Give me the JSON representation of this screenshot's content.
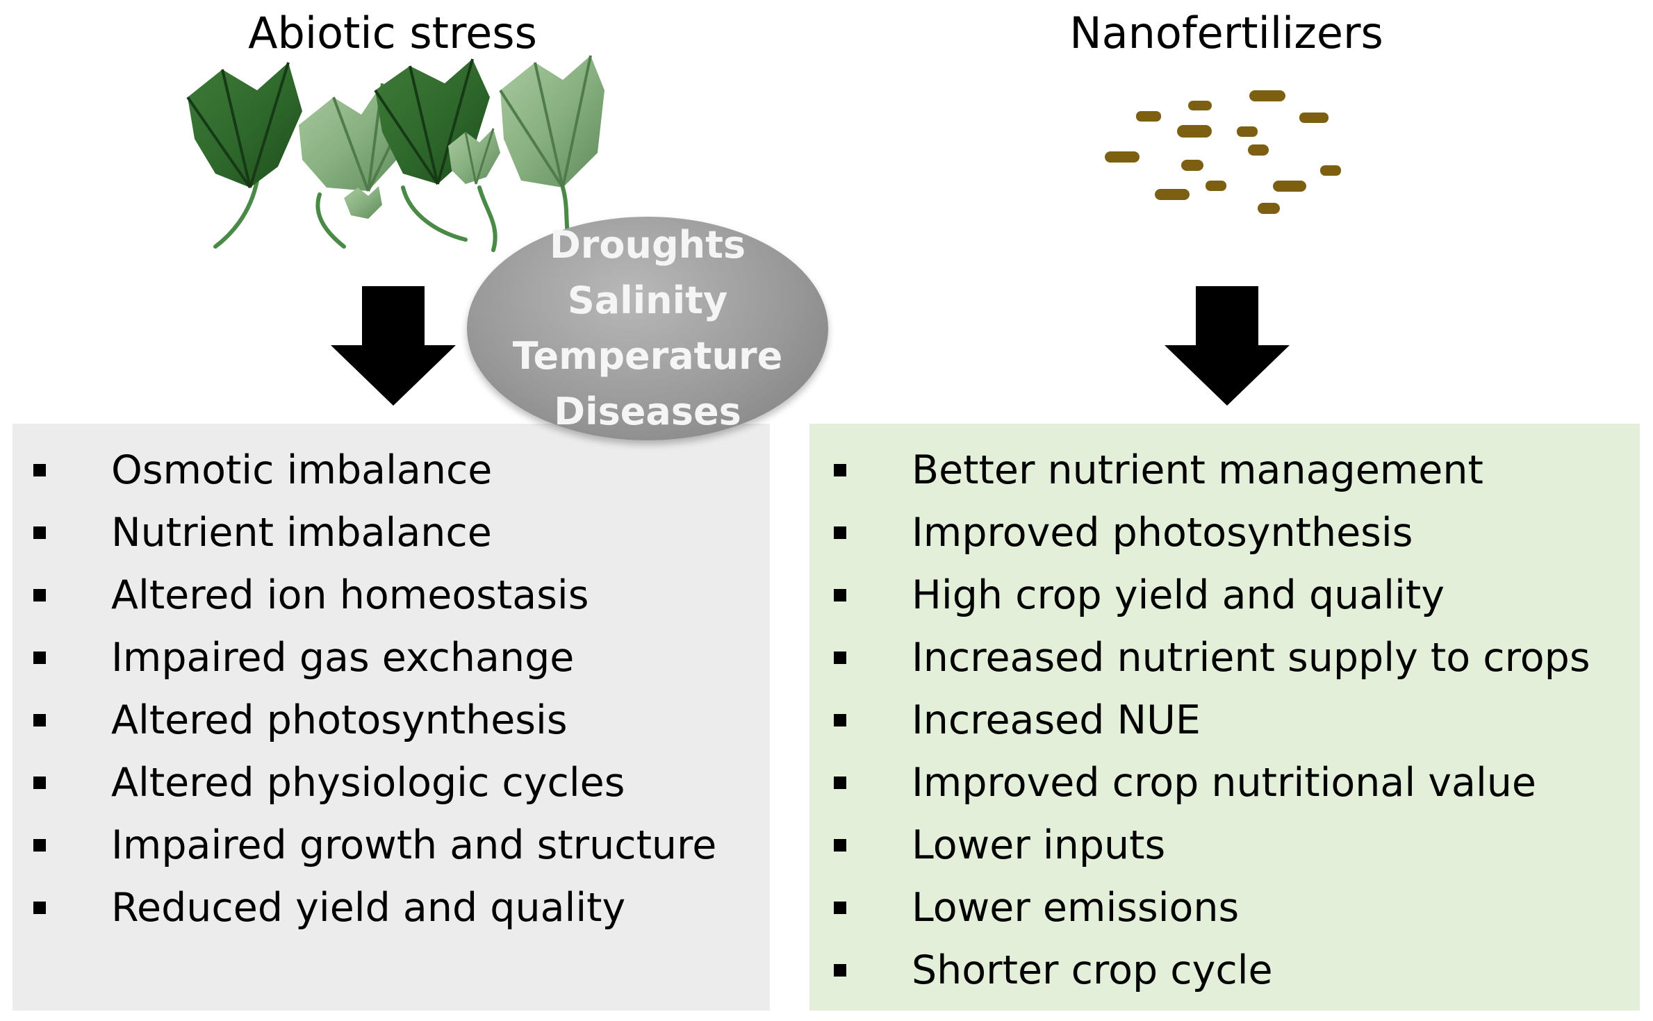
{
  "left": {
    "heading": "Abiotic stress",
    "stressors": [
      "Droughts",
      "Salinity",
      "Temperature",
      "Diseases"
    ],
    "effects": [
      "Osmotic imbalance",
      "Nutrient imbalance",
      "Altered ion homeostasis",
      "Impaired gas exchange",
      "Altered photosynthesis",
      "Altered physiologic cycles",
      "Impaired growth and structure",
      "Reduced yield and quality"
    ]
  },
  "right": {
    "heading": "Nanofertilizers",
    "benefits": [
      "Better nutrient management",
      "Improved photosynthesis",
      "High crop yield and quality",
      "Increased nutrient supply to crops",
      "Increased NUE",
      "Improved crop nutritional value",
      "Lower inputs",
      "Lower emissions",
      "Shorter crop cycle"
    ]
  },
  "colors": {
    "left_panel": "#ececec",
    "right_panel": "#e3efd9",
    "particle": "#7d5f12",
    "bubble": "#9a9a9a",
    "arrow": "#000000"
  },
  "icons": [
    "stressed-plants-icon",
    "nanoparticles-icon",
    "down-arrow-icon"
  ]
}
